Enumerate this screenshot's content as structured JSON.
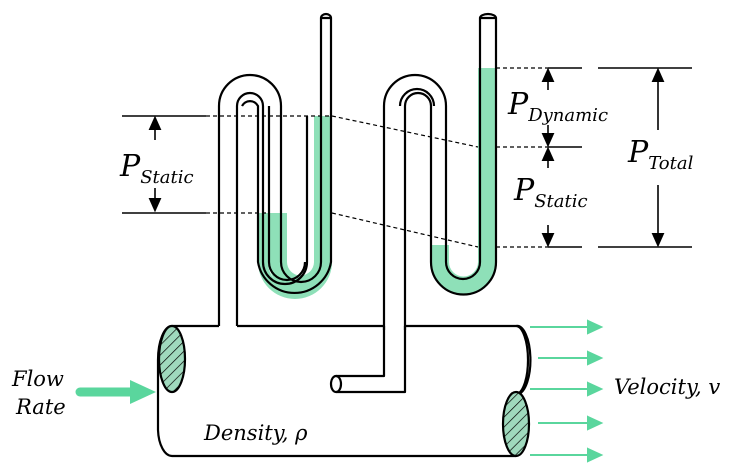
{
  "labels": {
    "p_static_left": {
      "main": "P",
      "sub": "Static"
    },
    "p_dynamic": {
      "main": "P",
      "sub": "Dynamic"
    },
    "p_static_right": {
      "main": "P",
      "sub": "Static"
    },
    "p_total": {
      "main": "P",
      "sub": "Total"
    },
    "flow_line1": "Flow",
    "flow_line2": "Rate",
    "velocity": "Velocity, v",
    "density": "Density, ρ"
  },
  "colors": {
    "fluid": "#8ee0b8",
    "arrow": "#5ad69d",
    "hatch": "#9fd9bd",
    "stroke": "#000000"
  }
}
